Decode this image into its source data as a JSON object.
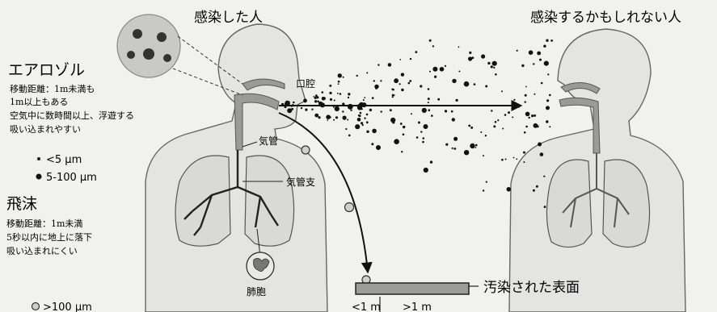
{
  "people": {
    "infected_label": "感染した人",
    "potential_label": "感染するかもしれない人"
  },
  "aerosol": {
    "heading": "エアロゾル",
    "lines": [
      "移動距離：1m未満も",
      "1m以上もある",
      "空気中に数時間以上、浮遊する",
      "吸い込まれやすい"
    ]
  },
  "size_legend": {
    "small": "<5 μm",
    "medium": "5-100 μm",
    "large": ">100 μm"
  },
  "droplet": {
    "heading": "飛沫",
    "lines": [
      "移動距離：1m未満",
      "5秒以内に地上に落下",
      "吸い込まれにくい"
    ]
  },
  "anatomy": {
    "oral_cavity": "口腔",
    "trachea": "気管",
    "bronchi": "気管支",
    "alveoli": "肺胞"
  },
  "surface": {
    "label": "汚染された表面",
    "near": "<1 m",
    "far": ">1 m"
  }
}
